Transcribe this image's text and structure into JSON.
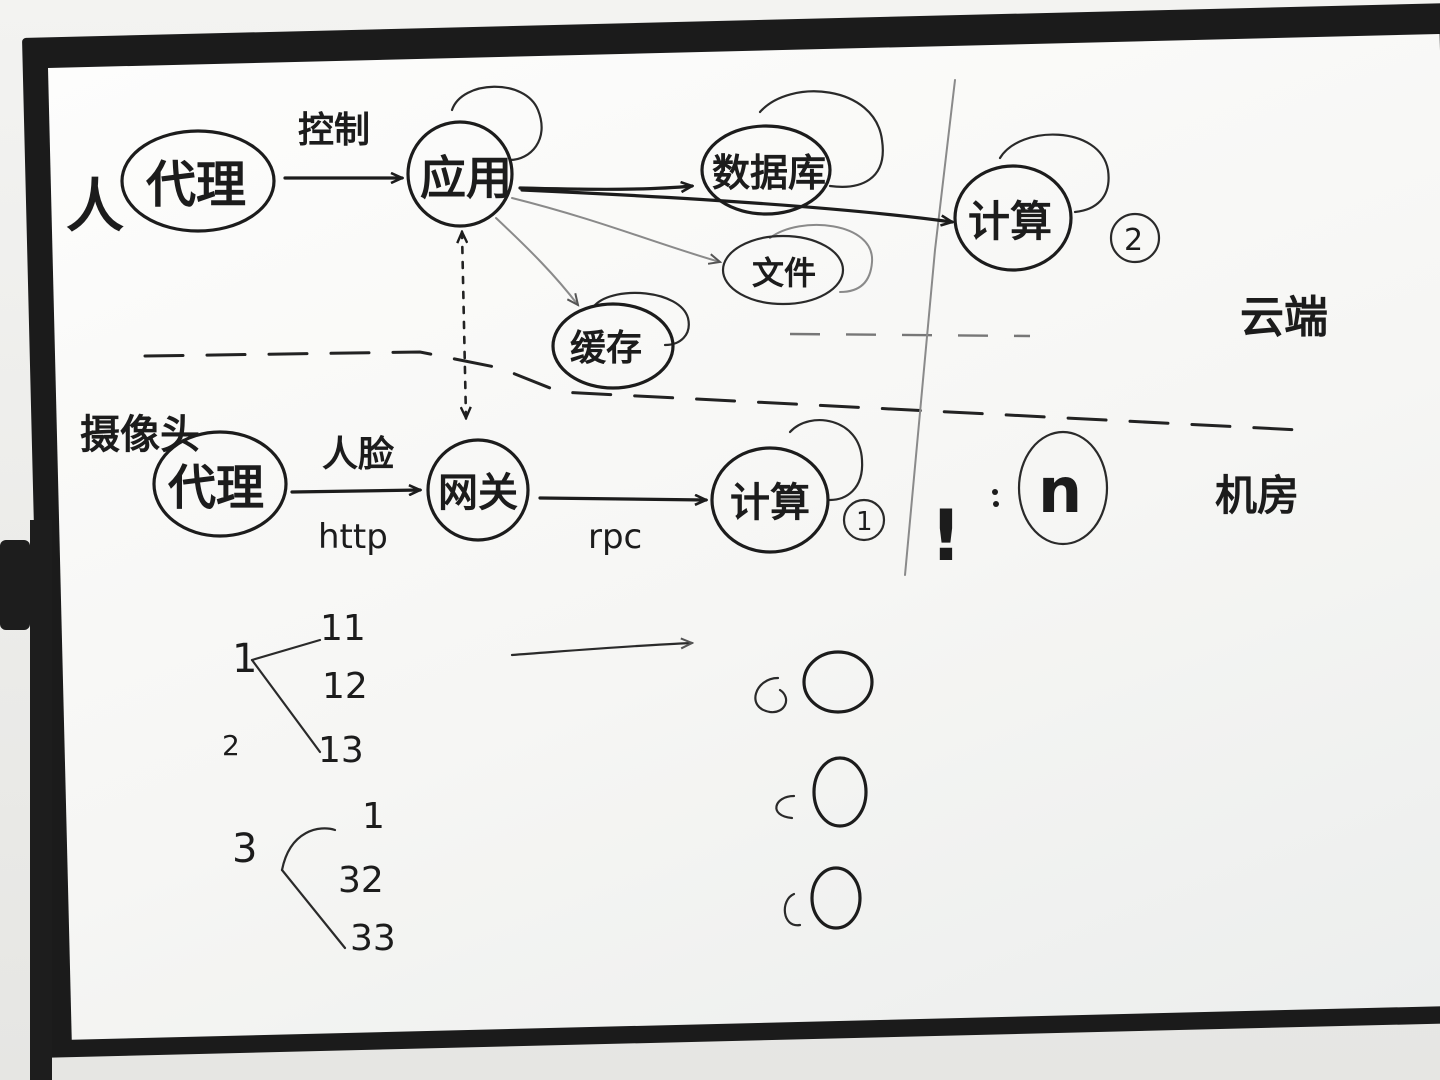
{
  "diagram": {
    "labels": {
      "person": "人",
      "camera": "摄像头",
      "cloud": "云端",
      "machine_room": "机房",
      "control": "控制",
      "face": "人脸",
      "http": "http",
      "rpc": "rpc",
      "circle_1": "1",
      "circle_2": "2"
    },
    "nodes": {
      "agent_top": "代理",
      "app": "应用",
      "database": "数据库",
      "file": "文件",
      "cache": "缓存",
      "compute_cloud": "计算",
      "agent_bottom": "代理",
      "gateway": "网关",
      "compute_local": "计算",
      "node_n": "n"
    },
    "notes": {
      "n1": "1",
      "n2": "2",
      "n3": "3",
      "c11": "11",
      "c12": "12",
      "c13": "13",
      "c31": "1",
      "c32": "32",
      "c33": "33",
      "bang": "!"
    }
  }
}
